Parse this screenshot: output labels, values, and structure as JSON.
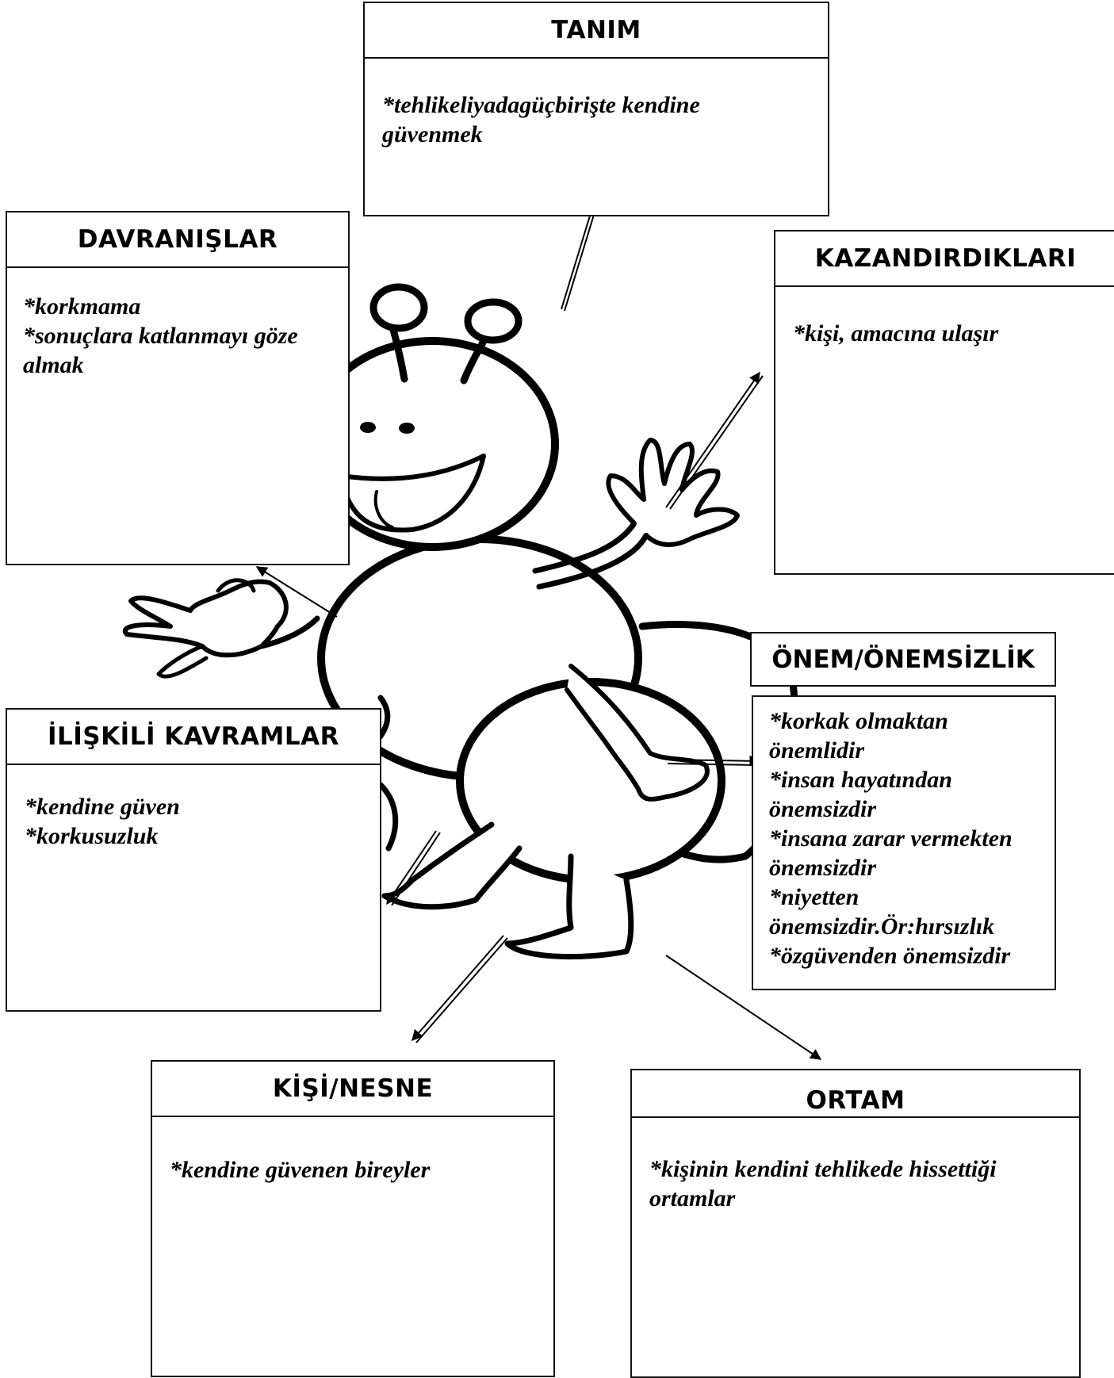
{
  "boxes": {
    "tanim": {
      "title": "TANIM",
      "lines": [
        "*tehlikeliyadagüçbirişte kendine",
        "güvenmek"
      ]
    },
    "davranislar": {
      "title": "DAVRANIŞLAR",
      "lines": [
        "*korkmama",
        "*sonuçlara katlanmayı göze",
        "almak"
      ]
    },
    "kazandirdiklari": {
      "title": "KAZANDIRDIKLARI",
      "lines": [
        "*kişi, amacına ulaşır"
      ]
    },
    "onem": {
      "title": "ÖNEM/ÖNEMSİZLİK",
      "lines": [
        "*korkak olmaktan",
        "önemlidir",
        "*insan hayatından",
        "önemsizdir",
        "*insana zarar vermekten",
        "önemsizdir",
        "*niyetten",
        "önemsizdir.Ör:hırsızlık",
        "*özgüvenden önemsizdir"
      ]
    },
    "iliskili": {
      "title": "İLİŞKİLİ KAVRAMLAR",
      "lines": [
        "*kendine güven",
        "*korkusuzluk"
      ]
    },
    "kisi": {
      "title": "KİŞİ/NESNE",
      "lines": [
        "*kendine güvenen bireyler"
      ]
    },
    "ortam": {
      "title": "ORTAM",
      "lines": [
        "*kişinin kendini tehlikede hissettiği",
        "ortamlar"
      ]
    }
  },
  "colors": {
    "ink": "#111111",
    "background": "#ffffff"
  }
}
